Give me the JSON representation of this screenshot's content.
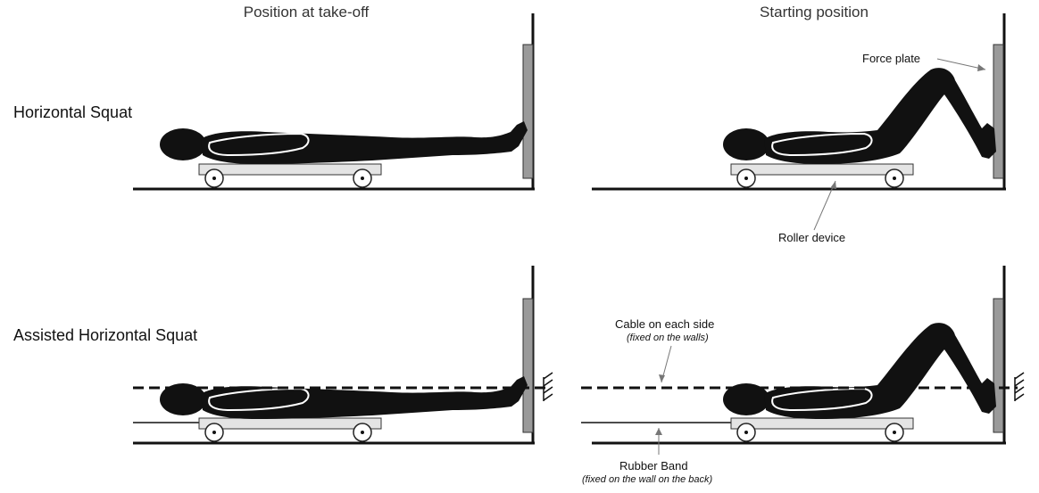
{
  "columns": {
    "left": "Position at take-off",
    "right": "Starting position"
  },
  "rows": {
    "top": "Horizontal Squat",
    "bottom": "Assisted Horizontal Squat"
  },
  "annotations": {
    "force_plate": "Force plate",
    "roller_device": "Roller device",
    "cable": "Cable on each side",
    "cable_note": "(fixed on the walls)",
    "rubber_band": "Rubber Band",
    "rubber_band_note": "(fixed on the wall on the back)"
  },
  "colors": {
    "figure": "#111111",
    "plate": "#9a9a9a",
    "roller": "#e4e4e4"
  }
}
